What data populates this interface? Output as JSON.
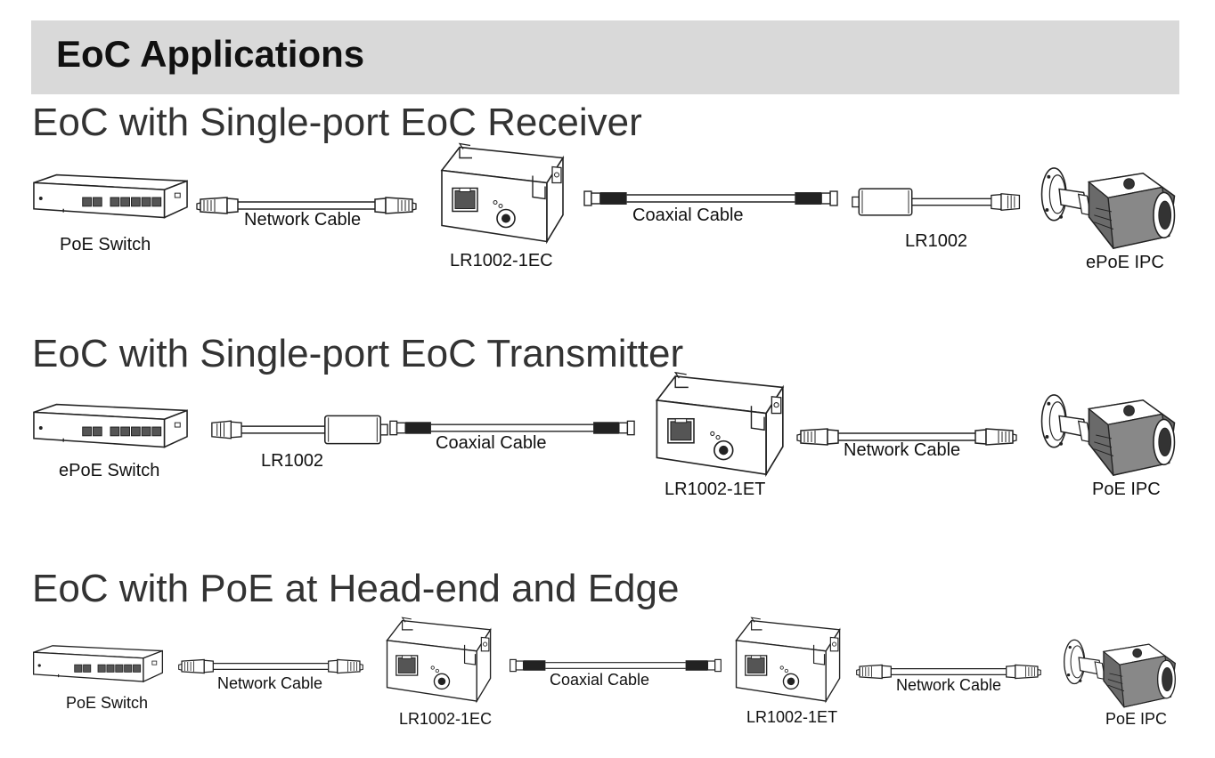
{
  "header": {
    "title": "EoC Applications"
  },
  "sections": [
    {
      "title": "EoC with Single-port EoC Receiver",
      "labels": [
        "PoE Switch",
        "Network Cable",
        "LR1002-1EC",
        "Coaxial Cable",
        "LR1002",
        "ePoE IPC"
      ]
    },
    {
      "title": "EoC with Single-port EoC Transmitter",
      "labels": [
        "ePoE Switch",
        "LR1002",
        "Coaxial Cable",
        "LR1002-1ET",
        "Network Cable",
        "PoE IPC"
      ]
    },
    {
      "title": "EoC with PoE at Head-end and Edge",
      "labels": [
        "PoE Switch",
        "Network Cable",
        "LR1002-1EC",
        "Coaxial Cable",
        "LR1002-1ET",
        "Network Cable",
        "PoE IPC"
      ]
    }
  ],
  "icons": [
    "switch-icon",
    "network-cable-icon",
    "eoc-module-icon",
    "coaxial-cable-icon",
    "lr1002-adapter-icon",
    "bullet-camera-icon"
  ]
}
